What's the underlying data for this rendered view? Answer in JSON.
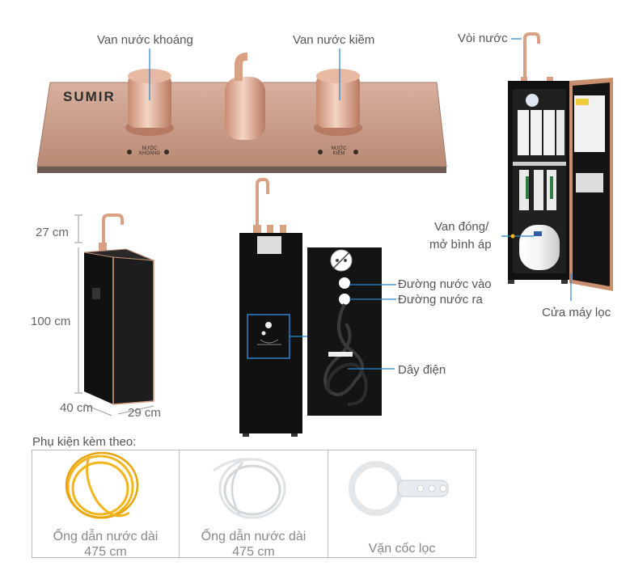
{
  "control_panel": {
    "brand": "SUMIR",
    "left_valve_label": "Van nước khoáng",
    "right_valve_label": "Van nước kiềm",
    "left_plate_text": "NƯỚC KHOÁNG",
    "right_plate_text": "NƯỚC KIỀM"
  },
  "faucet_label": "Vòi nước",
  "dimensions": {
    "faucet_height": "27 cm",
    "body_height": "100 cm",
    "depth": "40 cm",
    "width": "29 cm"
  },
  "back_panel": {
    "inlet_label": "Đường nước vào",
    "outlet_label": "Đường nước ra",
    "cord_label": "Dây điện"
  },
  "interior": {
    "valve_label_line1": "Van đóng/",
    "valve_label_line2": "mở bình áp",
    "door_label": "Cửa máy lọc"
  },
  "accessories": {
    "heading": "Phụ kiện kèm theo:",
    "items": [
      {
        "name_line1": "Ống dẫn nước dài",
        "name_line2": "475 cm",
        "color": "#f2b51c"
      },
      {
        "name_line1": "Ống dẫn nước dài",
        "name_line2": "475 cm",
        "color": "#dfe3e6"
      },
      {
        "name_line1": "Vặn cốc lọc",
        "name_line2": "",
        "color": "#e4e7ea"
      }
    ]
  },
  "colors": {
    "rose_gold": "#d9a083",
    "panel_glass": "#c99c87",
    "cabinet_black": "#1c1c1c",
    "callout_blue": "#2b83c9"
  }
}
